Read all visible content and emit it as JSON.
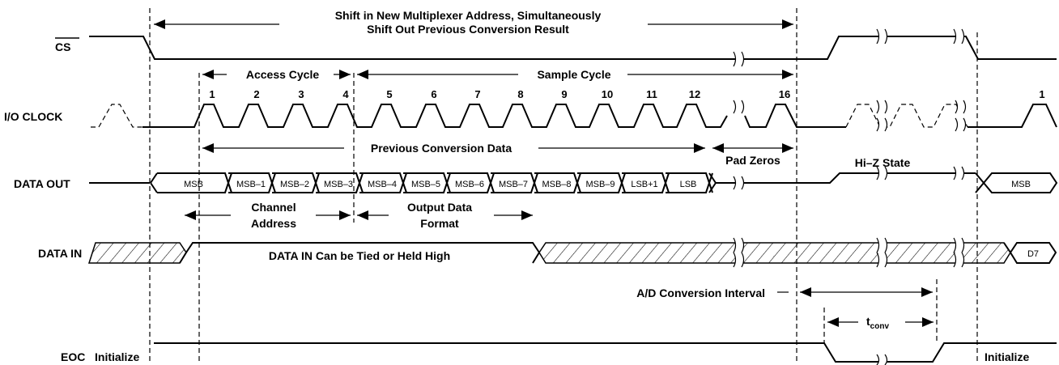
{
  "signals": {
    "cs": "CS",
    "io_clock": "I/O CLOCK",
    "data_out": "DATA OUT",
    "data_in": "DATA IN",
    "eoc": "EOC"
  },
  "annotations": {
    "shift_line1": "Shift in New Multiplexer Address, Simultaneously",
    "shift_line2": "Shift Out Previous Conversion Result",
    "access_cycle": "Access Cycle",
    "sample_cycle": "Sample Cycle",
    "previous_conversion_data": "Previous Conversion Data",
    "pad_zeros": "Pad Zeros",
    "hi_z_state": "Hi–Z State",
    "channel_address_1": "Channel",
    "channel_address_2": "Address",
    "output_data_format_1": "Output Data",
    "output_data_format_2": "Format",
    "data_in_tied": "DATA IN Can be Tied or Held High",
    "ad_conversion_interval": "A/D Conversion Interval",
    "t_conv_main": "t",
    "t_conv_sub": "conv",
    "initialize_left": "Initialize",
    "initialize_right": "Initialize"
  },
  "clock_numbers": [
    "1",
    "2",
    "3",
    "4",
    "5",
    "6",
    "7",
    "8",
    "9",
    "10",
    "11",
    "12",
    "16",
    "1"
  ],
  "data_out_bits": [
    "MSB",
    "MSB–1",
    "MSB–2",
    "MSB–3",
    "MSB–4",
    "MSB–5",
    "MSB–6",
    "MSB–7",
    "MSB–8",
    "MSB–9",
    "LSB+1",
    "LSB",
    "MSB"
  ],
  "data_in_bit": "D7"
}
